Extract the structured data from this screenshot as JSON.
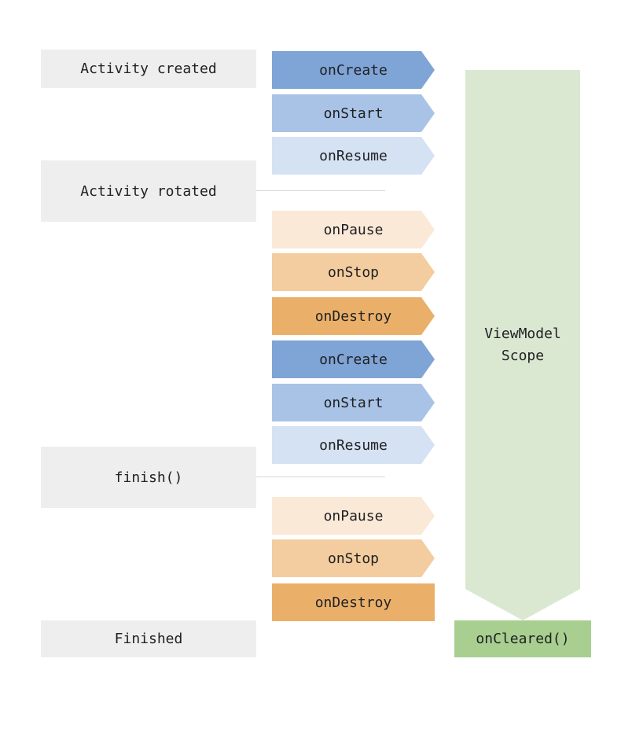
{
  "states": {
    "created": "Activity created",
    "rotated": "Activity rotated",
    "finish": "finish()",
    "finished": "Finished"
  },
  "steps": [
    "onCreate",
    "onStart",
    "onResume",
    "onPause",
    "onStop",
    "onDestroy",
    "onCreate",
    "onStart",
    "onResume",
    "onPause",
    "onStop",
    "onDestroy"
  ],
  "scope": {
    "line1": "ViewModel",
    "line2": "Scope"
  },
  "cleared": "onCleared()",
  "colors": {
    "state_bg": "#eeeeee",
    "create": "#7fa4d6",
    "start": "#a9c3e6",
    "resume": "#d4e2f3",
    "pause": "#fbe9d7",
    "stop": "#f3cd9f",
    "destroy": "#eab06a",
    "scope": "#dae8d1",
    "cleared": "#a8cf8f"
  }
}
